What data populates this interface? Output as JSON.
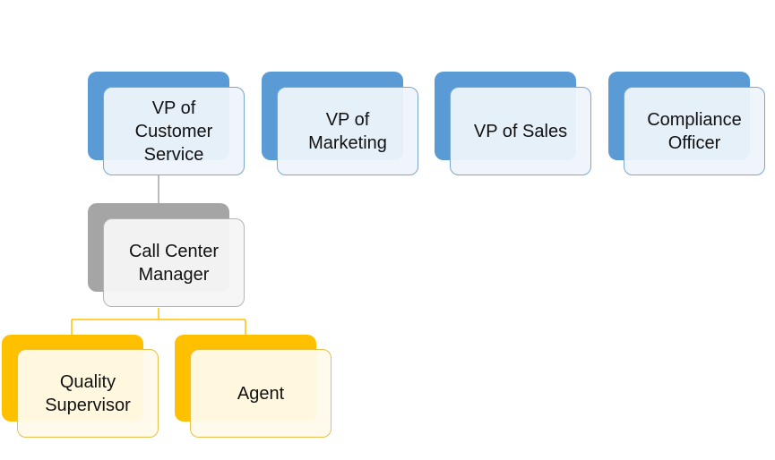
{
  "colors": {
    "blue": "#5b9bd5",
    "blue_border": "#7aa8cf",
    "blue_fill": "#eef4fb",
    "gray": "#a5a5a5",
    "gray_border": "#b5b5b5",
    "gray_fill": "#f6f6f6",
    "gold": "#ffc000",
    "gold_border": "#e5c04a",
    "gold_fill": "#fffaea",
    "connector_gray": "#a5a5a5",
    "connector_gold": "#ffc000"
  },
  "nodes": {
    "vp_customer_service": "VP of\nCustomer\nService",
    "vp_marketing": "VP of\nMarketing",
    "vp_sales": "VP of Sales",
    "compliance_officer": "Compliance\nOfficer",
    "call_center_manager": "Call Center\nManager",
    "quality_supervisor": "Quality\nSupervisor",
    "agent": "Agent"
  }
}
